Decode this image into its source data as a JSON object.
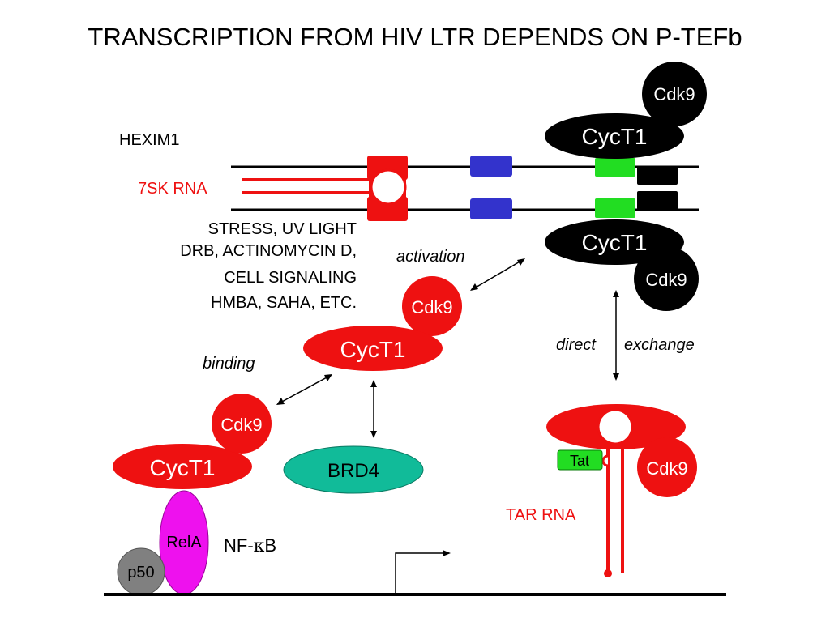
{
  "title": "TRANSCRIPTION FROM HIV LTR DEPENDS ON P-TEFb",
  "labels": {
    "hexim1": "HEXIM1",
    "rna7sk": "7SK RNA",
    "stress": [
      "STRESS, UV LIGHT",
      "DRB, ACTINOMYCIN D,",
      "CELL SIGNALING",
      "HMBA, SAHA, ETC."
    ],
    "activation": "activation",
    "binding": "binding",
    "direct": "direct",
    "exchange": "exchange",
    "tar_rna": "TAR RNA",
    "nfkb_prefix": "NF-",
    "nfkb_kappa": "κ",
    "nfkb_suffix": "B"
  },
  "proteins": {
    "cyct1": "CycT1",
    "cdk9": "Cdk9",
    "brd4": "BRD4",
    "rela": "RelA",
    "p50": "p50",
    "tat": "Tat"
  },
  "colors": {
    "red": "#ee1111",
    "black": "#000000",
    "blue": "#3333cc",
    "green": "#22dd22",
    "teal": "#11bb99",
    "magenta": "#ee11ee",
    "gray": "#808080"
  }
}
